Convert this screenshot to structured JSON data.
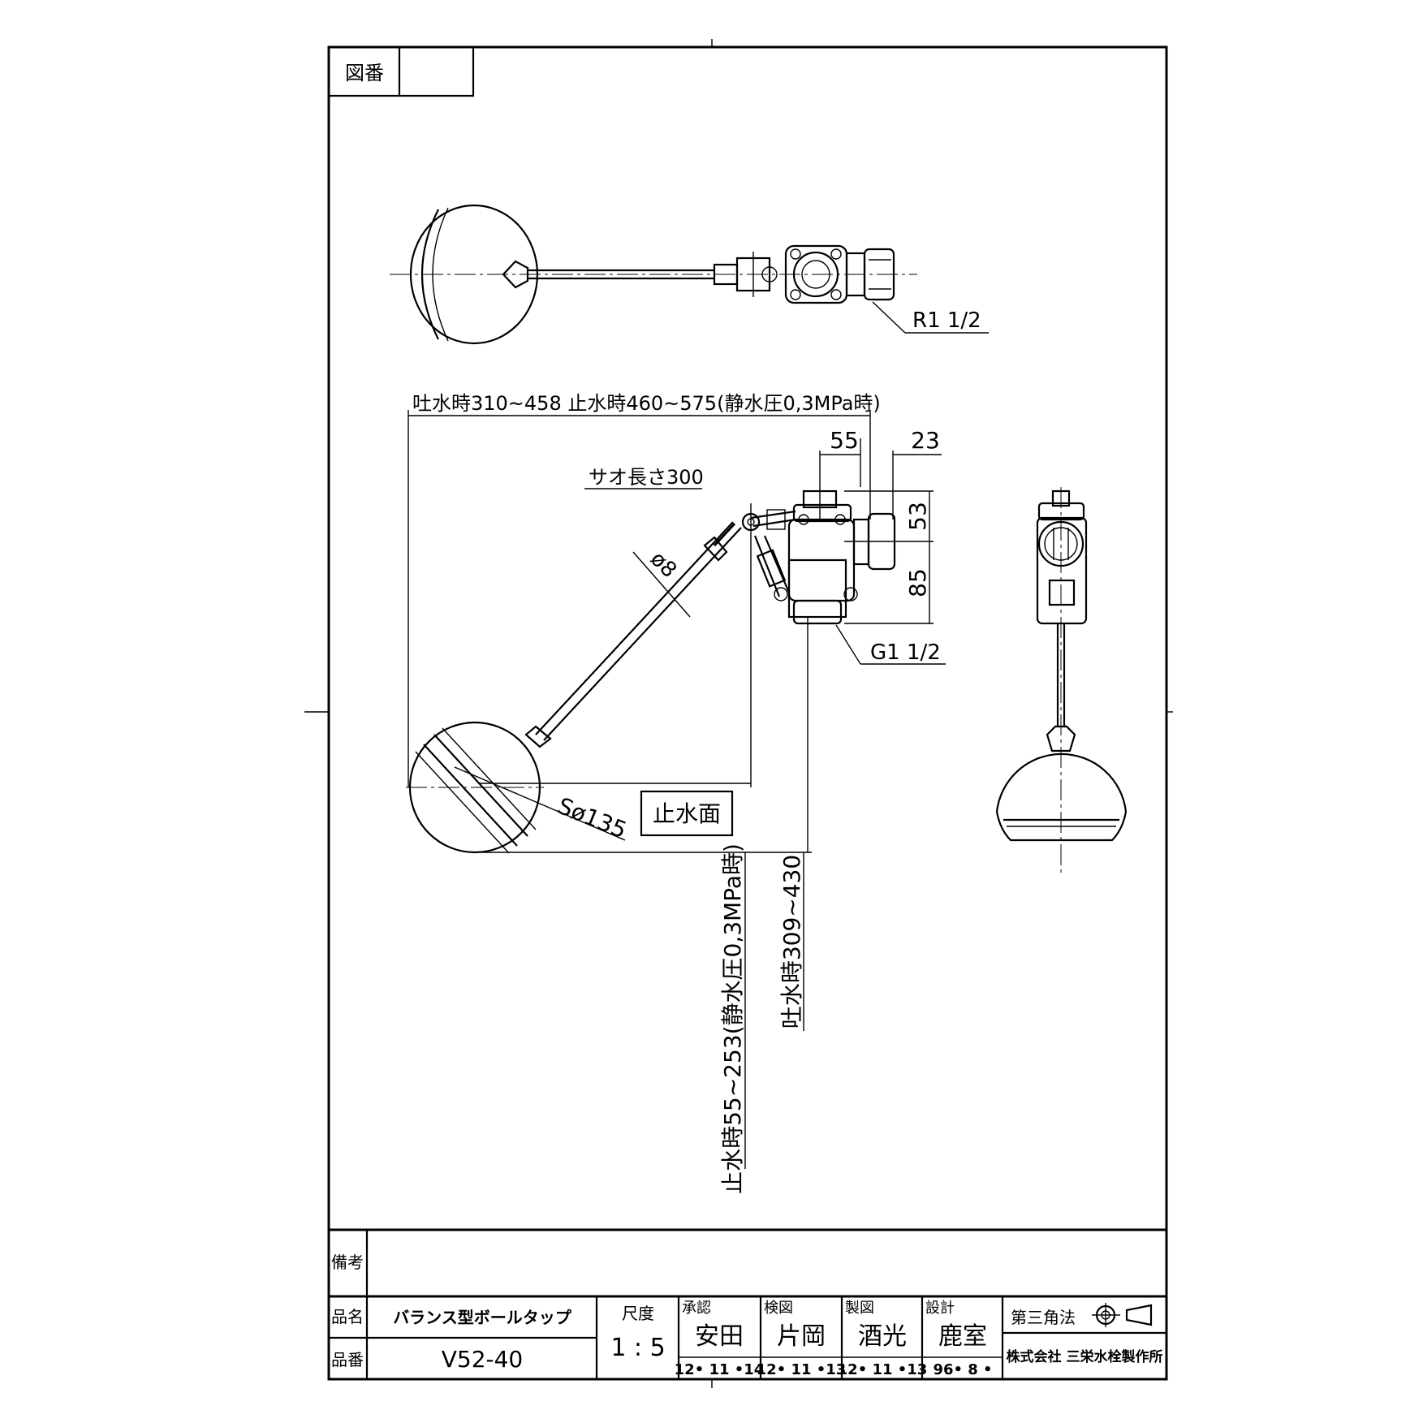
{
  "sheet": {
    "drawing_number_label": "図番",
    "drawing_number_value": ""
  },
  "top_view": {
    "thread_label": "R1 1/2"
  },
  "front_view": {
    "overall_length_label": "吐水時310~458  止水時460~575(静水圧0,3MPa時)",
    "dim_55": "55",
    "dim_23": "23",
    "rod_length_label": "サオ長さ300",
    "dim_53": "53",
    "dim_85": "85",
    "rod_diameter_label": "ø8",
    "thread_label": "G1 1/2",
    "ball_diameter_label": "Sø135",
    "water_stop_box": "止水面",
    "stop_height_label": "止水時55~253(静水圧0,3MPa時)",
    "discharge_height_label": "吐水時309~430"
  },
  "title_block": {
    "remarks_label": "備考",
    "remarks_value": "",
    "product_name_label": "品名",
    "product_name_value": "バランス型ボールタップ",
    "product_number_label": "品番",
    "product_number_value": "V52-40",
    "scale_label": "尺度",
    "scale_value": "1 : 5",
    "approval_label": "承認",
    "approval_name": "安田",
    "approval_date": "12• 11 •14",
    "check_label": "検図",
    "check_name": "片岡",
    "check_date": "12• 11 •13",
    "draft_label": "製図",
    "draft_name": "酒光",
    "draft_date": "12• 11 •13",
    "design_label": "設計",
    "design_name": "鹿室",
    "design_date": "96• 8 •",
    "projection_label": "第三角法",
    "company": "株式会社  三栄水栓製作所"
  }
}
